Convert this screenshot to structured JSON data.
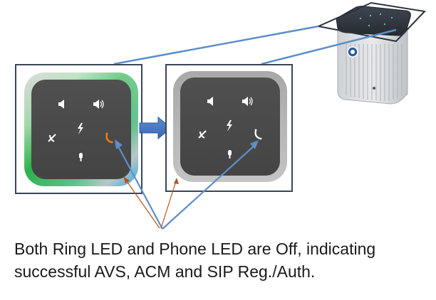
{
  "caption": {
    "line1": "Both Ring LED and Phone LED are Off, indicating",
    "line2": "successful AVS, ACM and SIP Reg./Auth."
  },
  "colors": {
    "frame_border": "#3a4556",
    "connector_line": "#5b8fc9",
    "pointer_line": "#b5531c",
    "arrow_fill": "#4472c4",
    "panel_face": "#4a4a4a",
    "ring_green": "#2bb24c",
    "ring_blue": "#3ba9dc",
    "ring_off": "#b3b3b3",
    "phone_led_on": "#f07c1b",
    "icon_white": "#ffffff"
  },
  "panels": [
    {
      "state": "ring-led-on",
      "icons": [
        "volume-down-icon",
        "volume-up-icon",
        "action-icon",
        "mute-icon",
        "phone-led-icon",
        "mic-icon"
      ]
    },
    {
      "state": "ring-led-off",
      "icons": [
        "volume-down-icon",
        "volume-up-icon",
        "action-icon",
        "mute-icon",
        "phone-led-icon",
        "mic-icon"
      ]
    }
  ],
  "device": {
    "icon": "speakerphone-device-icon"
  }
}
